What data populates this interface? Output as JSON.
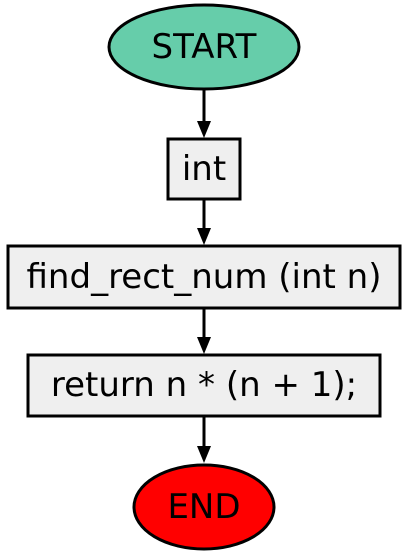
{
  "nodes": {
    "start": {
      "label": "START",
      "fill": "#66CDAA"
    },
    "type_decl": {
      "label": "int",
      "fill": "#EFEFEF"
    },
    "func_sig": {
      "label": "find_rect_num (int n)",
      "fill": "#EFEFEF"
    },
    "return_stmt": {
      "label": "return n * (n + 1);",
      "fill": "#EFEFEF"
    },
    "end": {
      "label": "END",
      "fill": "#FF0000"
    }
  },
  "style": {
    "stroke": "#000000"
  }
}
